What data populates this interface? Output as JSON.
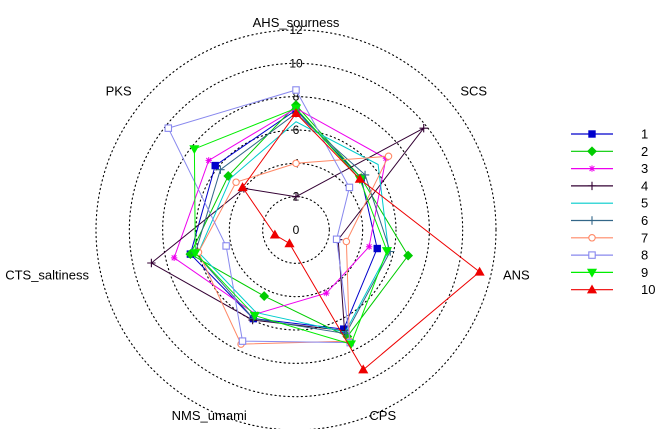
{
  "chart_data": {
    "type": "radar",
    "axes": [
      "AHS_sourness",
      "SCS",
      "ANS",
      "CPS",
      "NMS_umami",
      "CTS_saltiness",
      "PKS"
    ],
    "rlim": [
      0,
      12
    ],
    "ticks": [
      "0",
      "2",
      "4",
      "6",
      "8",
      "10",
      "12"
    ],
    "grid": "dotted circles",
    "legend_position": "right",
    "series": [
      {
        "name": "1",
        "color": "#0000cc",
        "marker": "square-filled",
        "values": [
          7.2,
          5.0,
          5.0,
          6.6,
          5.9,
          6.5,
          6.2
        ]
      },
      {
        "name": "2",
        "color": "#00cc00",
        "marker": "diamond-filled",
        "values": [
          7.5,
          5.0,
          6.9,
          7.1,
          4.4,
          6.5,
          5.2
        ]
      },
      {
        "name": "3",
        "color": "#ee00ee",
        "marker": "asterisk",
        "values": [
          7.3,
          6.9,
          4.5,
          4.2,
          5.6,
          7.5,
          6.7
        ]
      },
      {
        "name": "4",
        "color": "#330033",
        "marker": "plus",
        "values": [
          2.0,
          9.8,
          2.6,
          6.7,
          6.0,
          8.9,
          4.0
        ]
      },
      {
        "name": "5",
        "color": "#00cccc",
        "marker": "none",
        "values": [
          6.5,
          6.3,
          5.7,
          6.8,
          5.5,
          6.0,
          5.0
        ]
      },
      {
        "name": "6",
        "color": "#336688",
        "marker": "plus",
        "values": [
          7.0,
          5.3,
          5.8,
          6.9,
          5.9,
          6.2,
          5.8
        ]
      },
      {
        "name": "7",
        "color": "#ff8866",
        "marker": "circle-open",
        "values": [
          4.0,
          7.1,
          3.1,
          7.4,
          7.6,
          6.0,
          4.6
        ]
      },
      {
        "name": "8",
        "color": "#8888ee",
        "marker": "square-open",
        "values": [
          8.4,
          4.1,
          2.5,
          7.5,
          7.4,
          4.3,
          9.8
        ]
      },
      {
        "name": "9",
        "color": "#00ee00",
        "marker": "triangle-down",
        "values": [
          7.3,
          4.9,
          5.6,
          7.6,
          5.7,
          6.2,
          7.8
        ]
      },
      {
        "name": "10",
        "color": "#ee0000",
        "marker": "triangle-up",
        "values": [
          7.0,
          4.9,
          11.3,
          9.3,
          0.9,
          1.3,
          4.1
        ]
      }
    ]
  }
}
